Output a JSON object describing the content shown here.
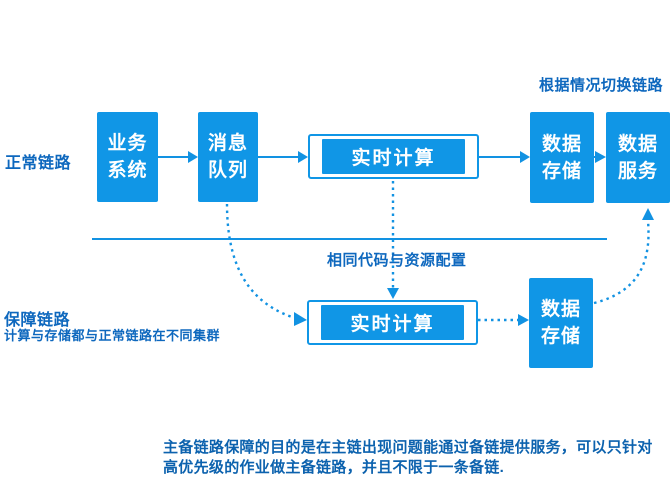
{
  "colors": {
    "node_fill": "#1096E6",
    "line": "#1292E2",
    "label_text": "#0E68BE",
    "note_text": "#0C62AE",
    "node_text": "#FFFFFF",
    "background": "#FFFFFF"
  },
  "annotations": {
    "normal_link": "正常链路",
    "backup_link": "保障链路",
    "backup_link_detail": "计算与存储都与正常链路在不同集群",
    "switch_hint": "根据情况切换链路",
    "same_code_hint": "相同代码与资源配置",
    "note_line1": "主备链路保障的目的是在主链出现问题能通过备链提供服务，可以只针对",
    "note_line2": "高优先级的作业做主备链路，并且不限于一条备链."
  },
  "nodes": {
    "business": {
      "lines": [
        "业务",
        "系统"
      ]
    },
    "message_queue": {
      "lines": [
        "消息",
        "队列"
      ]
    },
    "realtime_compute_main": {
      "label": "实时计算"
    },
    "data_storage_main": {
      "lines": [
        "数据",
        "存储"
      ]
    },
    "data_service": {
      "lines": [
        "数据",
        "服务"
      ]
    },
    "realtime_compute_backup": {
      "label": "实时计算"
    },
    "data_storage_backup": {
      "lines": [
        "数据",
        "存储"
      ]
    }
  },
  "edges": [
    {
      "from": "业务系统",
      "to": "消息队列",
      "style": "solid"
    },
    {
      "from": "消息队列",
      "to": "实时计算(正常)",
      "style": "solid"
    },
    {
      "from": "实时计算(正常)",
      "to": "数据存储(正常)",
      "style": "solid"
    },
    {
      "from": "数据存储(正常)",
      "to": "数据服务",
      "style": "solid"
    },
    {
      "from": "实时计算(正常)",
      "to": "实时计算(保障)",
      "style": "dotted"
    },
    {
      "from": "消息队列",
      "to": "实时计算(保障)",
      "style": "dotted-curve"
    },
    {
      "from": "实时计算(保障)",
      "to": "数据存储(保障)",
      "style": "dotted"
    },
    {
      "from": "数据存储(保障)",
      "to": "数据服务",
      "style": "dotted-curve"
    }
  ]
}
